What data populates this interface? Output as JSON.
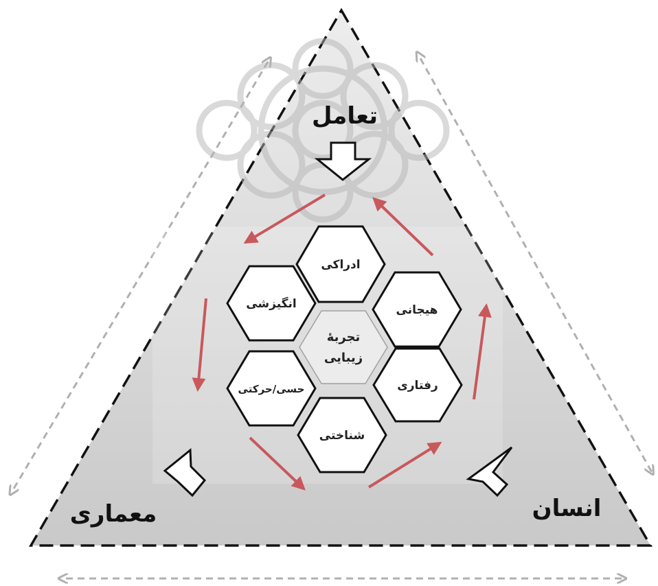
{
  "diagram": {
    "vertices": {
      "top": "تعامل",
      "bottom_left": "معماری",
      "bottom_right": "انسان"
    },
    "center": {
      "line1": "تجربهٔ",
      "line2": "زیبایی"
    },
    "hexagons": {
      "perceptual": "ادراکی",
      "emotional": "هیجانی",
      "behavioral": "رفتاری",
      "cognitive": "شناختی",
      "sensorimotor": "حسی/حرکتی",
      "motivational": "انگیزشی"
    },
    "colors": {
      "triangle_fill": "#d5d5d5",
      "triangle_border": "#111111",
      "cycle_arrows": "#c8585c",
      "double_arrows": "#b0b0b0",
      "hex_fill": "#ffffff",
      "hex_border": "#111111",
      "center_fill": "#ececec",
      "watermark": "#b5b5b5"
    }
  }
}
